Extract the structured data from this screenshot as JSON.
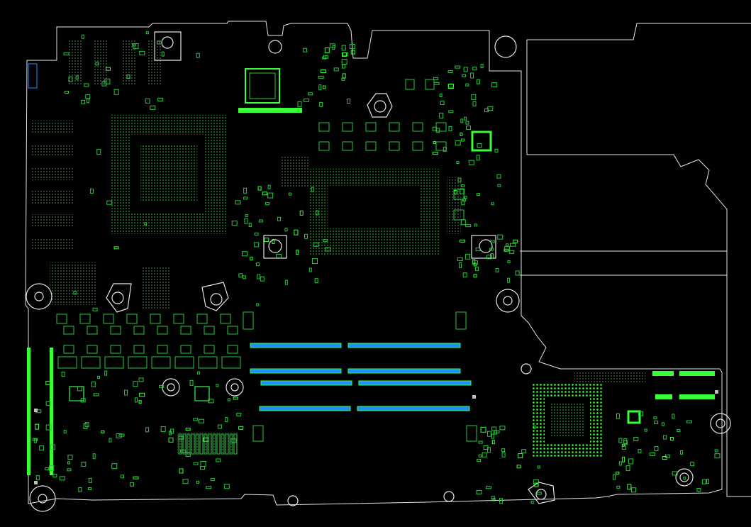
{
  "window": {
    "title": ""
  },
  "colors": {
    "background": "#000000",
    "outline": "#e6e6e6",
    "component": "#27c93f",
    "component_bright": "#39ff39",
    "connector_fill": "#1f8fff",
    "pad_gray": "#bfbfbf",
    "dot": "#2bd53d"
  },
  "layers": [
    {
      "name": "board-outline",
      "icon": "outline-icon"
    },
    {
      "name": "component-footprints",
      "icon": "chip-icon"
    },
    {
      "name": "memory-slots",
      "icon": "slot-icon"
    },
    {
      "name": "mounting-holes",
      "icon": "hole-icon"
    }
  ]
}
